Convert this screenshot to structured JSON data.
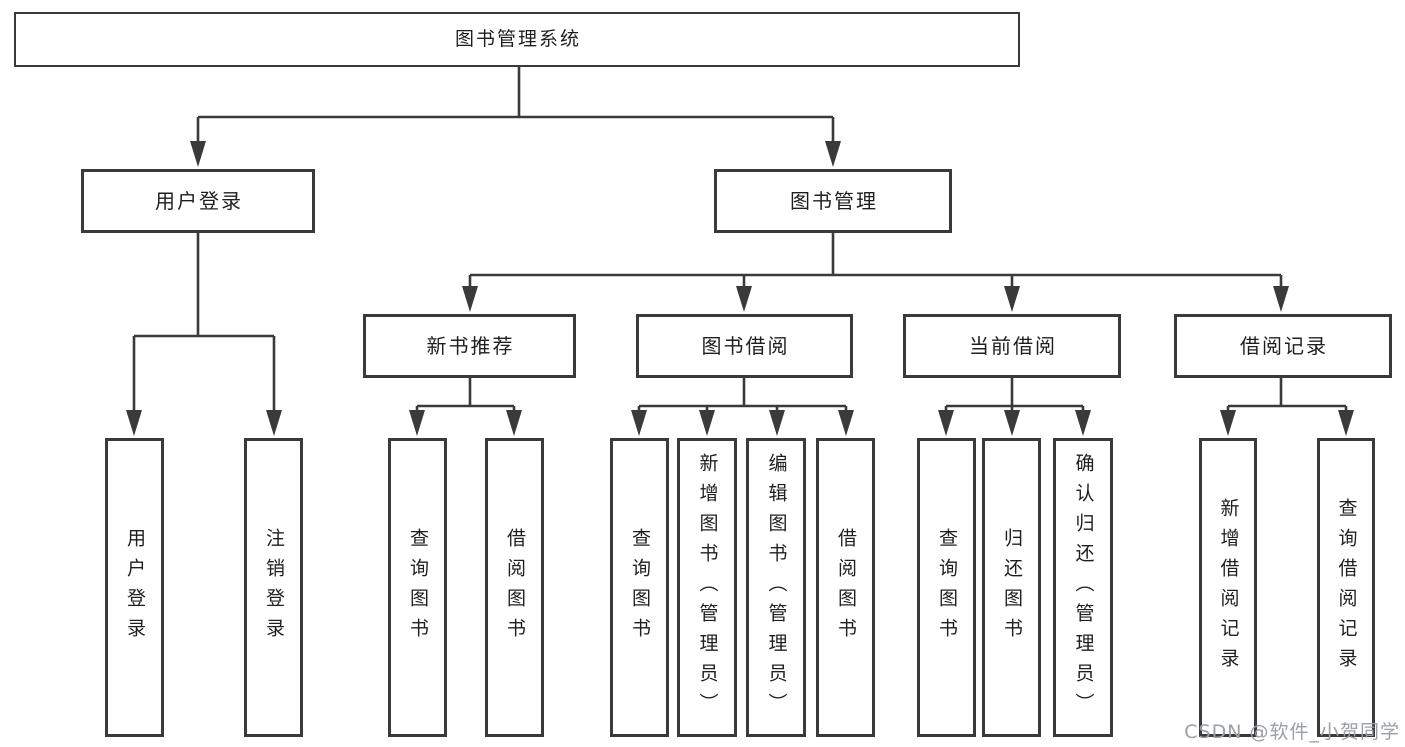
{
  "diagram": {
    "root": {
      "label": "图书管理系统"
    },
    "level2": [
      {
        "label": "用户登录",
        "children": [
          {
            "label": "用户登录"
          },
          {
            "label": "注销登录"
          }
        ]
      },
      {
        "label": "图书管理",
        "children": [
          {
            "label": "新书推荐",
            "children": [
              {
                "label": "查询图书"
              },
              {
                "label": "借阅图书"
              }
            ]
          },
          {
            "label": "图书借阅",
            "children": [
              {
                "label": "查询图书"
              },
              {
                "label": "新增图书（管理员）"
              },
              {
                "label": "编辑图书（管理员）"
              },
              {
                "label": "借阅图书"
              }
            ]
          },
          {
            "label": "当前借阅",
            "children": [
              {
                "label": "查询图书"
              },
              {
                "label": "归还图书"
              },
              {
                "label": "确认归还（管理员）"
              }
            ]
          },
          {
            "label": "借阅记录",
            "children": [
              {
                "label": "新增借阅记录"
              },
              {
                "label": "查询借阅记录"
              }
            ]
          }
        ]
      }
    ]
  },
  "watermark": {
    "text": "CSDN @软件_小贺同学"
  },
  "colors": {
    "line": "#3a3a3a",
    "box_border": "#3a3a3a",
    "text": "#1f1f1f",
    "box_background": "#ffffff",
    "background": "#ffffff",
    "watermark": "#9aa0a8"
  }
}
